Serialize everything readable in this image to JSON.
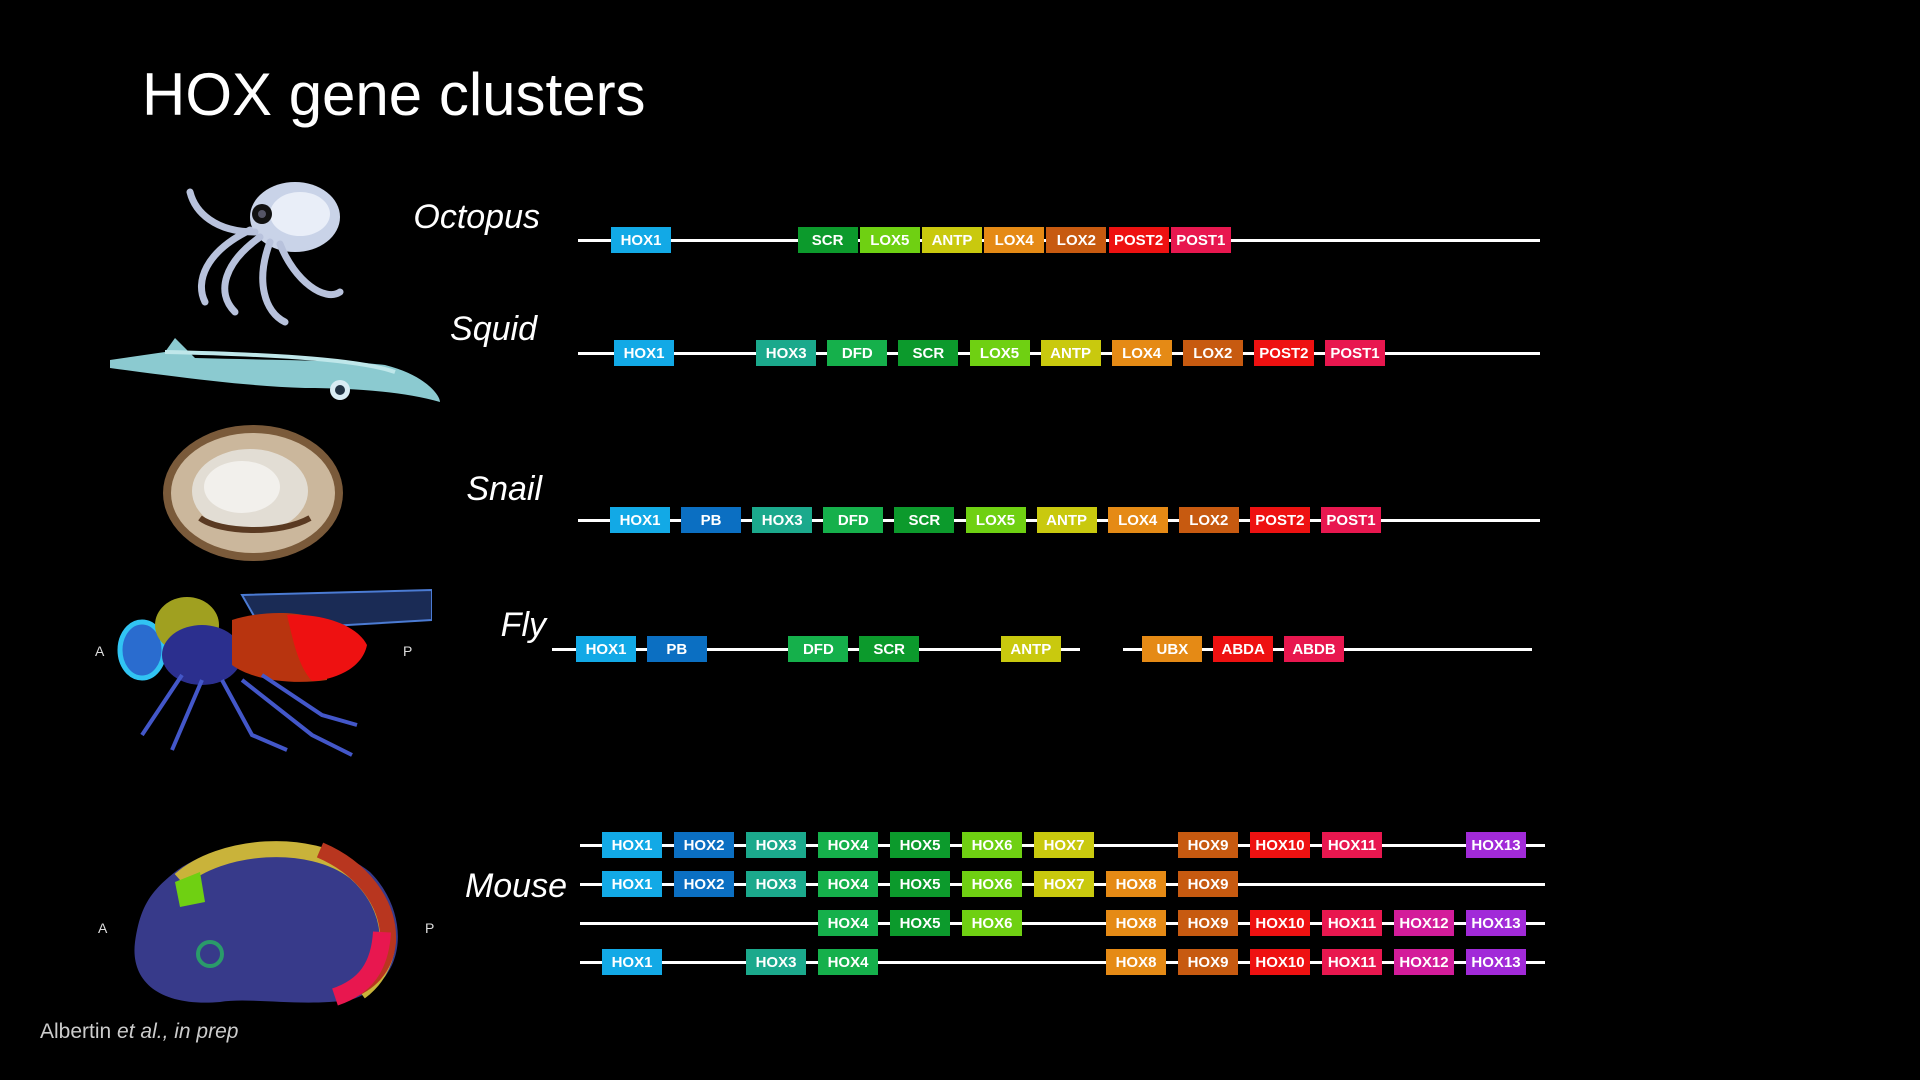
{
  "title": "HOX gene clusters",
  "credit": {
    "authors": "Albertin ",
    "etal": "et al.,",
    "status": " in prep"
  },
  "axis_letters": {
    "anterior": "A",
    "posterior": "P"
  },
  "colors": {
    "HOX1": "#12a9e6",
    "HOX2": "#0b6fc2",
    "PB": "#0b6fc2",
    "HOX3": "#1ba98c",
    "DFD": "#15b04b",
    "HOX4": "#15b04b",
    "SCR": "#0c9a2c",
    "HOX5": "#0c9a2c",
    "LOX5": "#6fd012",
    "HOX6": "#6fd012",
    "ANTP": "#c9c90e",
    "HOX7": "#c9c90e",
    "LOX4": "#e58a15",
    "UBX": "#e58a15",
    "HOX8": "#e58a15",
    "LOX2": "#c75a10",
    "HOX9": "#c75a10",
    "POST2": "#ee1111",
    "ABDA": "#ee1111",
    "HOX10": "#ee1111",
    "POST1": "#e8174f",
    "ABDB": "#e8174f",
    "HOX11": "#e8174f",
    "HOX12": "#d31c9a",
    "HOX13": "#a12ad8"
  },
  "species": [
    {
      "name": "Octopus",
      "tracks": [
        {
          "genes": [
            [
              "HOX1",
              0
            ],
            [
              "SCR",
              3
            ],
            [
              "LOX5",
              4
            ],
            [
              "ANTP",
              5
            ],
            [
              "LOX4",
              6
            ],
            [
              "LOX2",
              7
            ],
            [
              "POST2",
              8
            ],
            [
              "POST1",
              9
            ]
          ]
        }
      ]
    },
    {
      "name": "Squid",
      "tracks": [
        {
          "genes": [
            [
              "HOX1",
              0
            ],
            [
              "HOX3",
              2
            ],
            [
              "DFD",
              3
            ],
            [
              "SCR",
              4
            ],
            [
              "LOX5",
              5
            ],
            [
              "ANTP",
              6
            ],
            [
              "LOX4",
              7
            ],
            [
              "LOX2",
              8
            ],
            [
              "POST2",
              9
            ],
            [
              "POST1",
              10
            ]
          ]
        }
      ]
    },
    {
      "name": "Snail",
      "tracks": [
        {
          "genes": [
            [
              "HOX1",
              0
            ],
            [
              "PB",
              1
            ],
            [
              "HOX3",
              2
            ],
            [
              "DFD",
              3
            ],
            [
              "SCR",
              4
            ],
            [
              "LOX5",
              5
            ],
            [
              "ANTP",
              6
            ],
            [
              "LOX4",
              7
            ],
            [
              "LOX2",
              8
            ],
            [
              "POST2",
              9
            ],
            [
              "POST1",
              10
            ]
          ]
        }
      ]
    },
    {
      "name": "Fly",
      "tracks": [
        {
          "genes": [
            [
              "HOX1",
              0
            ],
            [
              "PB",
              1
            ],
            [
              "DFD",
              3
            ],
            [
              "SCR",
              4
            ],
            [
              "ANTP",
              6
            ],
            [
              "UBX",
              8
            ],
            [
              "ABDA",
              9
            ],
            [
              "ABDB",
              10
            ]
          ]
        }
      ]
    },
    {
      "name": "Mouse",
      "tracks": [
        {
          "genes": [
            [
              "HOX1",
              0
            ],
            [
              "HOX2",
              1
            ],
            [
              "HOX3",
              2
            ],
            [
              "HOX4",
              3
            ],
            [
              "HOX5",
              4
            ],
            [
              "HOX6",
              5
            ],
            [
              "HOX7",
              6
            ],
            [
              "HOX9",
              8
            ],
            [
              "HOX10",
              9
            ],
            [
              "HOX11",
              10
            ],
            [
              "HOX13",
              12
            ]
          ]
        },
        {
          "genes": [
            [
              "HOX1",
              0
            ],
            [
              "HOX2",
              1
            ],
            [
              "HOX3",
              2
            ],
            [
              "HOX4",
              3
            ],
            [
              "HOX5",
              4
            ],
            [
              "HOX6",
              5
            ],
            [
              "HOX7",
              6
            ],
            [
              "HOX8",
              7
            ],
            [
              "HOX9",
              8
            ]
          ]
        },
        {
          "genes": [
            [
              "HOX4",
              3
            ],
            [
              "HOX5",
              4
            ],
            [
              "HOX6",
              5
            ],
            [
              "HOX8",
              7
            ],
            [
              "HOX9",
              8
            ],
            [
              "HOX10",
              9
            ],
            [
              "HOX11",
              10
            ],
            [
              "HOX12",
              11
            ],
            [
              "HOX13",
              12
            ]
          ]
        },
        {
          "genes": [
            [
              "HOX1",
              0
            ],
            [
              "HOX3",
              2
            ],
            [
              "HOX4",
              3
            ],
            [
              "HOX8",
              7
            ],
            [
              "HOX9",
              8
            ],
            [
              "HOX10",
              9
            ],
            [
              "HOX11",
              10
            ],
            [
              "HOX12",
              11
            ],
            [
              "HOX13",
              12
            ]
          ]
        }
      ]
    }
  ]
}
